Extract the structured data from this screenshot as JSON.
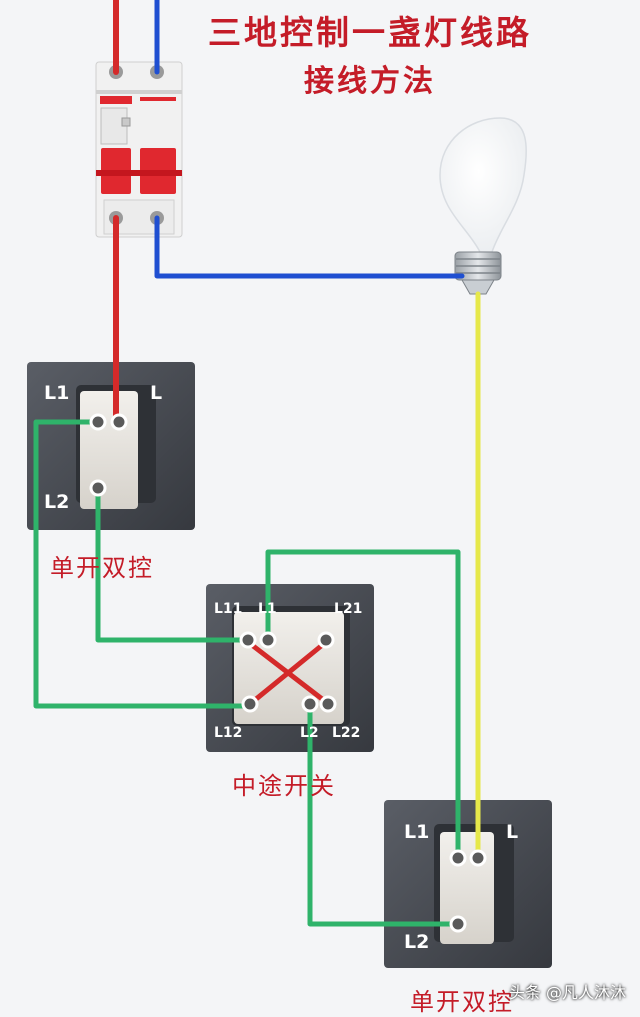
{
  "title": {
    "line1": "三地控制一盏灯线路",
    "line2": "接线方法"
  },
  "switch_top": {
    "label": "单开双控",
    "terminals": {
      "l1": "L1",
      "l": "L",
      "l2": "L2"
    }
  },
  "switch_middle": {
    "label": "中途开关",
    "terminals": {
      "l11": "L11",
      "l1": "L1",
      "l21": "L21",
      "l12": "L12",
      "l2": "L2",
      "l22": "L22"
    }
  },
  "switch_bottom": {
    "label": "单开双控",
    "terminals": {
      "l1": "L1",
      "l": "L",
      "l2": "L2"
    }
  },
  "watermark": "头条 @凡人沐沐",
  "colors": {
    "live_wire": "#d42a2a",
    "neutral_wire": "#1f4fd1",
    "traveler_wire": "#2fb36a",
    "lamp_wire": "#e6e84a",
    "title_text": "#c41c28",
    "switch_plate": "#474b52",
    "breaker_lever": "#e0282f"
  },
  "icons": {
    "breaker": "circuit-breaker-icon",
    "bulb": "light-bulb-icon"
  }
}
